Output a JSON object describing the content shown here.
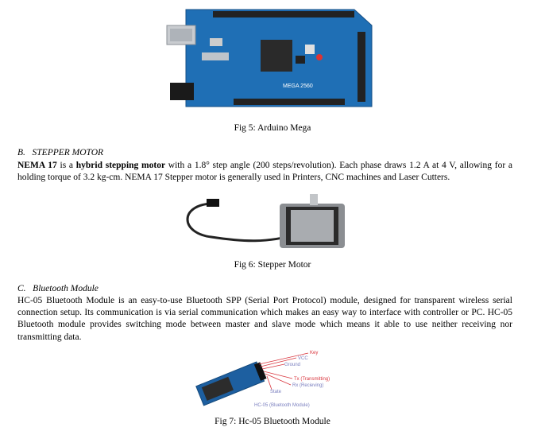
{
  "fig5": {
    "board_label": "MEGA 2560",
    "caption": "Fig 5: Arduino Mega"
  },
  "section_b": {
    "number": "B.",
    "title": "STEPPER MOTOR",
    "term": "NEMA 17",
    "text_1": " is a ",
    "term_2": "hybrid stepping motor",
    "text_2": " with a 1.8° step angle (200 steps/revolution). Each phase draws 1.2 A at 4 V, allowing for a holding torque of 3.2 kg-cm. NEMA 17 Stepper motor is generally used in Printers, CNC machines and Laser Cutters."
  },
  "fig6": {
    "caption": "Fig 6: Stepper Motor"
  },
  "section_c": {
    "number": "C.",
    "title": "Bluetooth Module",
    "text": "HC-05 Bluetooth Module is an easy-to-use Bluetooth SPP (Serial Port Protocol) module, designed for transparent wireless serial connection setup. Its communication is via serial communication which makes an easy way to interface with controller or PC. HC-05 Bluetooth module provides switching mode between master and slave mode which means it able to use neither receiving nor transmitting data."
  },
  "fig7": {
    "pin_labels": [
      "Key",
      "VCC",
      "Ground",
      "Tx (Transmitting)",
      "Rx (Recieving)",
      "State"
    ],
    "module_label": "HC-05 (Bluetooth Module)",
    "caption": "Fig 7: Hc-05 Bluetooth Module"
  },
  "colors": {
    "board_blue": "#1f6fb5",
    "wire_red": "#d9363e",
    "pcb_blue": "#1d5fa0"
  }
}
